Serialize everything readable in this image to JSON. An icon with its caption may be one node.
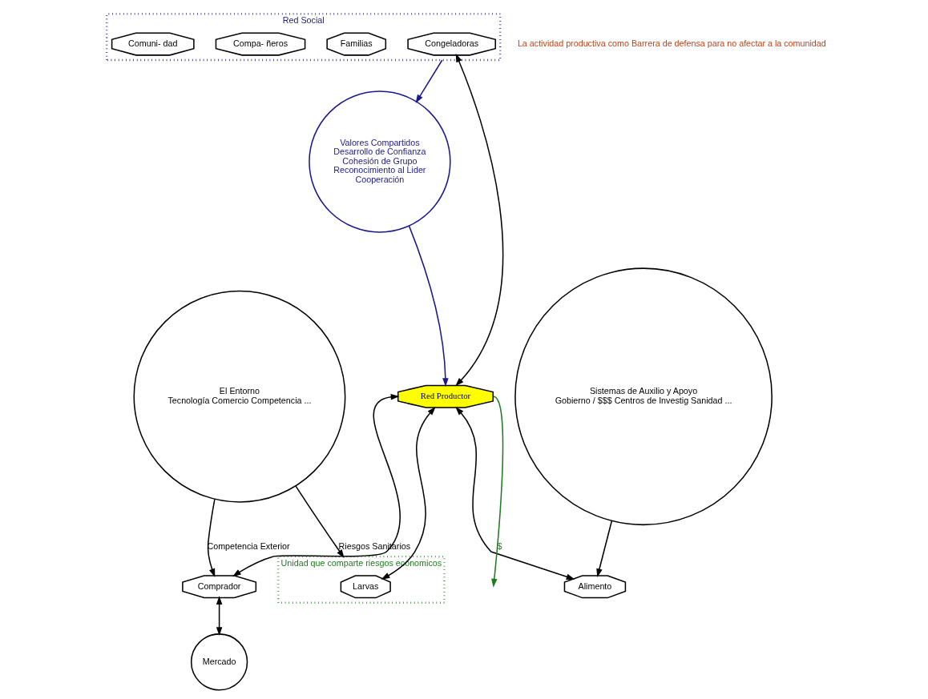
{
  "diagram": {
    "nodes": [
      {
        "text": [
          "Mercado"
        ]
      },
      {
        "text": [
          "Valores Compartidos",
          "Desarrollo de Confianza",
          "Cohesión de Grupo",
          "Reconocimiento al Lider",
          "Cooperación"
        ]
      },
      {
        "text": [
          "Red Social"
        ]
      },
      {
        "text": [
          "Congeladoras"
        ],
        "in": 2
      },
      {
        "text": [
          "Familias"
        ],
        "in": 2
      },
      {
        "text": [
          "Compa- ñeros"
        ],
        "in": 2
      },
      {
        "text": [
          "Comuni- dad"
        ],
        "in": 2
      },
      {
        "text": [
          "Unidad que comparte riesgos economicos"
        ]
      },
      {
        "text": [
          "Red Productor"
        ]
      },
      {
        "text": [
          "Comprador"
        ]
      },
      {
        "text": [
          "Larvas"
        ],
        "in": 7
      },
      {
        "text": [
          "Alimento"
        ]
      },
      {
        "text": [
          "El Entorno",
          "Tecnología Comercio Competencia ..."
        ]
      },
      {
        "text": [
          "Sistemas de Auxilio y Apoyo",
          "Gobierno / $$$ Centros de Investig Sanidad ..."
        ]
      }
    ],
    "edges": [
      {
        "from": 9,
        "to": 0,
        "arrow": "both"
      },
      {
        "from": 8,
        "to": 9,
        "arrow": "both"
      },
      {
        "from": 12,
        "to": 9,
        "arrow": "to",
        "label": "Competencia Exterior"
      },
      {
        "from": 12,
        "to": 7,
        "arrow": "to",
        "label": "Riesgos Sanitarios"
      },
      {
        "from": 13,
        "to": 11,
        "arrow": "to"
      },
      {
        "from": 2,
        "to": 1,
        "arrow": "to",
        "color": "#1a1a8c"
      },
      {
        "from": 1,
        "to": 8,
        "arrow": "to",
        "color": "#1a1a8c"
      },
      {
        "from": 3,
        "to": 8,
        "arrow": "both"
      },
      {
        "from": 8,
        "to": 10,
        "arrow": "both"
      },
      {
        "from": 8,
        "to": 11,
        "arrow": "both"
      },
      {
        "from": 8,
        "to": null,
        "arrow": "to",
        "label": "$",
        "color": "#1e7b1e"
      }
    ],
    "labels": [
      "La actividad productiva como Barrera de defensa para no afectar a la comunidad"
    ]
  }
}
